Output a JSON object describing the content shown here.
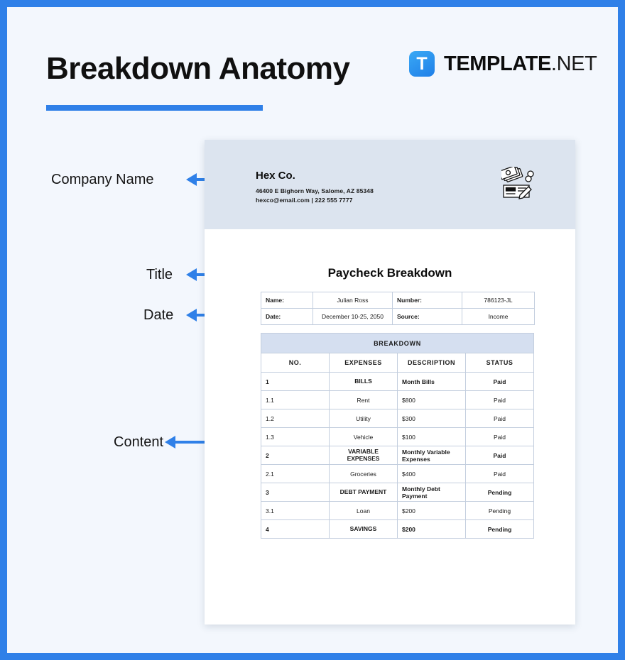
{
  "page": {
    "title": "Breakdown Anatomy",
    "border_color": "#2f80e8",
    "background_color": "#f3f7fd"
  },
  "brand": {
    "mark_letter": "T",
    "name": "TEMPLATE",
    "tld": ".NET",
    "accent_color": "#2f80e8"
  },
  "annotations": [
    {
      "label": "Company Name"
    },
    {
      "label": "Title"
    },
    {
      "label": "Date"
    },
    {
      "label": "Content"
    }
  ],
  "document": {
    "header": {
      "company_name": "Hex Co.",
      "address": "46400 E Bighorn Way, Salome, AZ 85348",
      "contact": "hexco@email.com | 222 555 7777",
      "icon": "money-check-icon",
      "background_color": "#dce4ef"
    },
    "title": "Paycheck Breakdown",
    "info_table": {
      "rows": [
        {
          "label1": "Name:",
          "value1": "Julian Ross",
          "label2": "Number:",
          "value2": "786123-JL"
        },
        {
          "label1": "Date:",
          "value1": "December 10-25, 2050",
          "label2": "Source:",
          "value2": "Income"
        }
      ]
    },
    "breakdown_table": {
      "band_title": "BREAKDOWN",
      "band_color": "#d5dff0",
      "columns": [
        "NO.",
        "EXPENSES",
        "DESCRIPTION",
        "STATUS"
      ],
      "rows": [
        {
          "no": "1",
          "expenses": "BILLS",
          "description": "Month Bills",
          "status": "Paid",
          "major": true
        },
        {
          "no": "1.1",
          "expenses": "Rent",
          "description": "$800",
          "status": "Paid",
          "major": false
        },
        {
          "no": "1.2",
          "expenses": "Utility",
          "description": "$300",
          "status": "Paid",
          "major": false
        },
        {
          "no": "1.3",
          "expenses": "Vehicle",
          "description": "$100",
          "status": "Paid",
          "major": false
        },
        {
          "no": "2",
          "expenses": "VARIABLE EXPENSES",
          "description": "Monthly Variable Expenses",
          "status": "Paid",
          "major": true
        },
        {
          "no": "2.1",
          "expenses": "Groceries",
          "description": "$400",
          "status": "Paid",
          "major": false
        },
        {
          "no": "3",
          "expenses": "DEBT PAYMENT",
          "description": "Monthly Debt Payment",
          "status": "Pending",
          "major": true
        },
        {
          "no": "3.1",
          "expenses": "Loan",
          "description": "$200",
          "status": "Pending",
          "major": false
        },
        {
          "no": "4",
          "expenses": "SAVINGS",
          "description": "$200",
          "status": "Pending",
          "major": true
        }
      ]
    }
  }
}
